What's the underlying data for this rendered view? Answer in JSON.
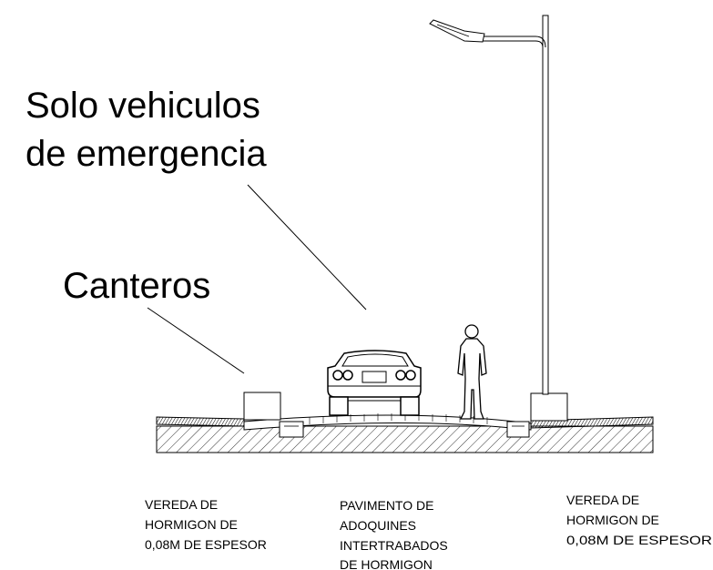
{
  "annotations": {
    "emergency_line1": "Solo vehiculos",
    "emergency_line2": "de emergencia",
    "planters": "Canteros"
  },
  "labels": {
    "left_sidewalk": [
      "VEREDA DE",
      "HORMIGON DE",
      "0,08M DE ESPESOR"
    ],
    "pavement": [
      "PAVIMENTO DE",
      "ADOQUINES",
      "INTERTRABADOS",
      "DE HORMIGON"
    ],
    "right_sidewalk": [
      "VEREDA DE",
      "HORMIGON DE",
      "0,08M DE ESPESOR"
    ]
  },
  "elements": {
    "streetlight": "street-lamp-icon",
    "car": "car-icon",
    "person": "pedestrian-icon"
  }
}
